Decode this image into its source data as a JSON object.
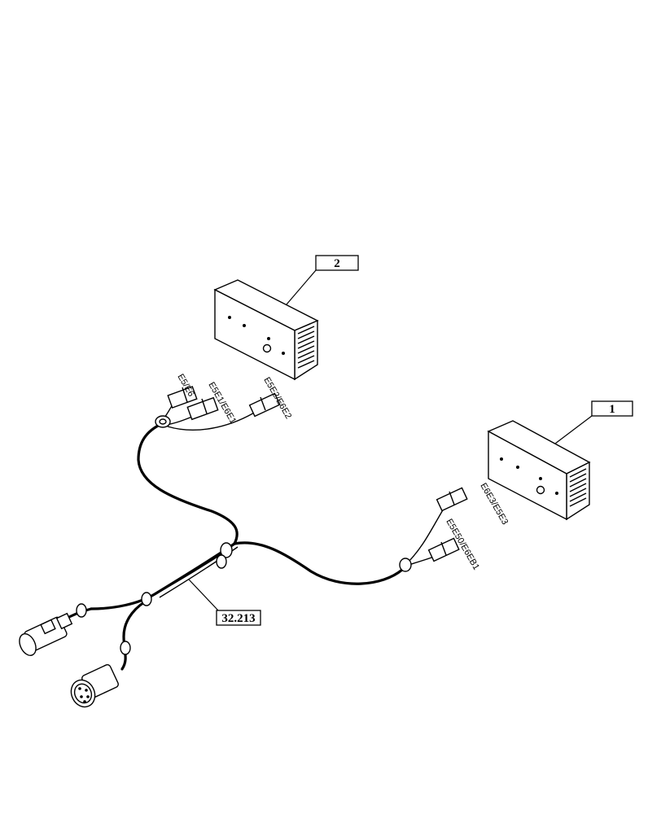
{
  "callouts": {
    "part_1": "1",
    "part_2": "2",
    "harness_ref": "32.213"
  },
  "connectors": {
    "e5_e6": "E5/E6",
    "e5e1_e6e1": "E5E1/E6E1",
    "e5e2_e6e2": "E5E2/E6E2",
    "e6e3_e5e3": "E6E3/E5E3",
    "e5e50_e6eb1": "E5E50/E6EB1"
  }
}
